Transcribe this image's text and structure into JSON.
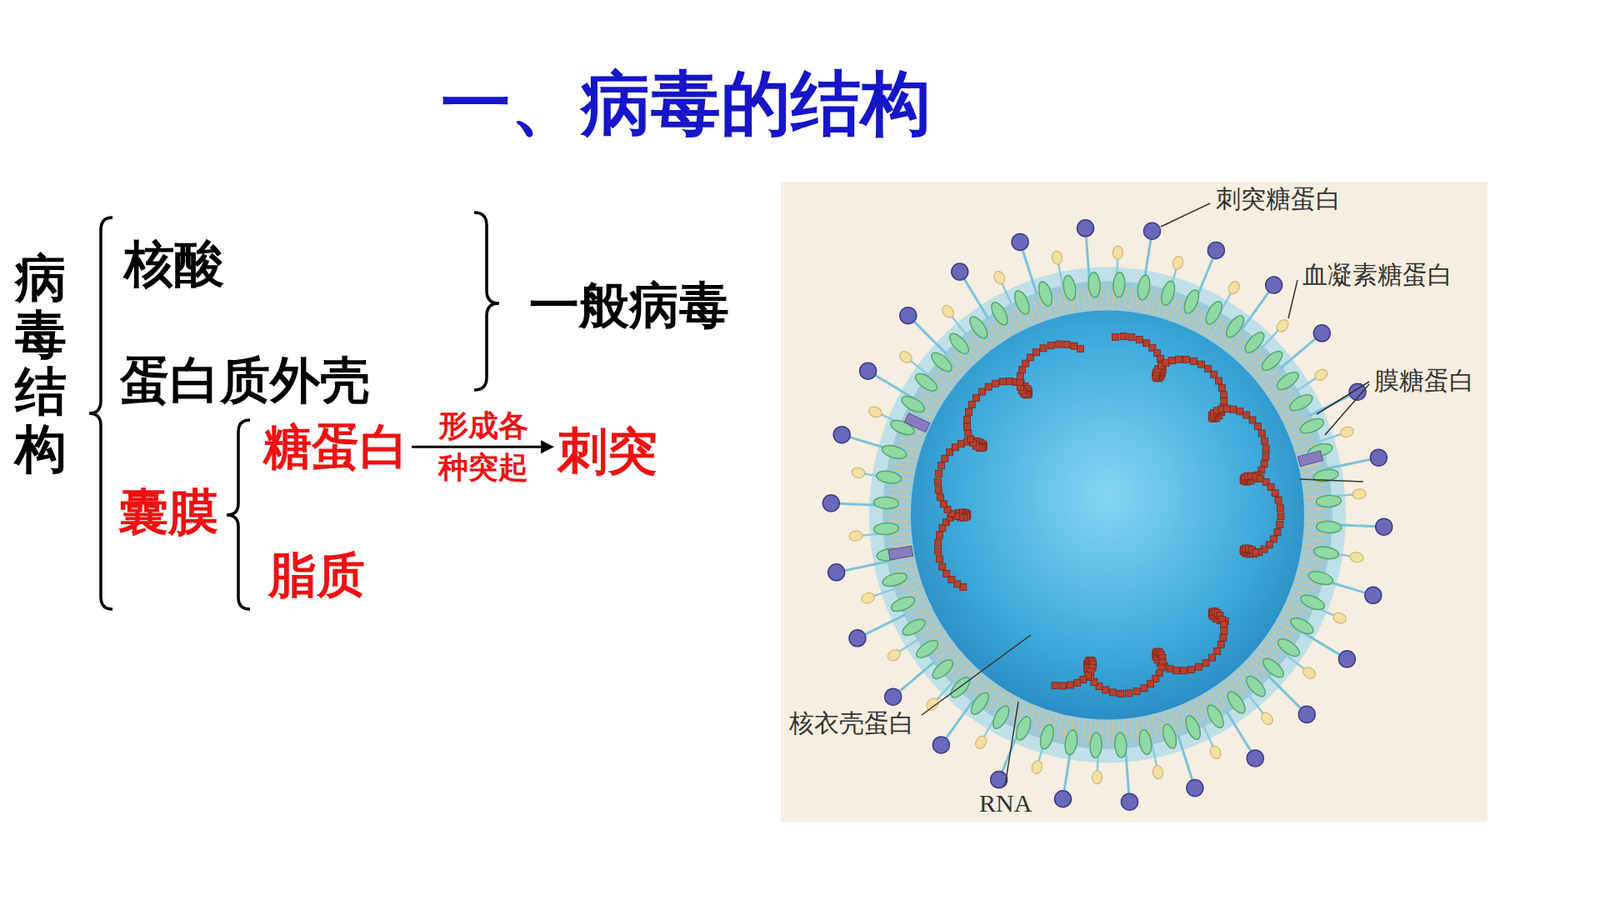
{
  "diagram": {
    "title": "一、病毒的结构",
    "nodes": [
      {
        "text": [
          "病毒结构"
        ]
      },
      {
        "text": [
          "核酸"
        ]
      },
      {
        "text": [
          "一般病毒"
        ]
      },
      {
        "text": [
          "蛋白质外壳"
        ]
      },
      {
        "text": [
          "囊膜"
        ]
      },
      {
        "text": [
          "糖蛋白"
        ]
      },
      {
        "text": [
          "刺突"
        ]
      },
      {
        "text": [
          "脂质"
        ]
      }
    ],
    "edges": [
      {
        "from": 5,
        "to": 6,
        "arrow": "to",
        "label": "形成各 种突起"
      }
    ],
    "labels": [
      "刺突糖蛋白",
      "血凝素糖蛋白",
      "膜糖蛋白",
      "核衣壳蛋白",
      "RNA"
    ]
  }
}
